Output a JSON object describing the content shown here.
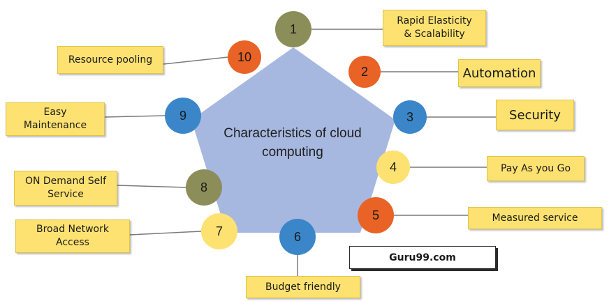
{
  "center": {
    "title": "Characteristics of cloud\ncomputing"
  },
  "colors": {
    "pentagon": "#a7b8e0",
    "box_fill": "#fde271",
    "olive": "#8c8e5a",
    "orange": "#e86325",
    "blue": "#3a86c8",
    "yellow": "#fde271",
    "connector": "#7a7a7a"
  },
  "items": [
    {
      "number": "1",
      "label": "Rapid Elasticity\n& Scalability",
      "color": "olive"
    },
    {
      "number": "2",
      "label": "Automation",
      "color": "orange"
    },
    {
      "number": "3",
      "label": "Security",
      "color": "blue"
    },
    {
      "number": "4",
      "label": "Pay As you Go",
      "color": "yellow"
    },
    {
      "number": "5",
      "label": "Measured service",
      "color": "orange"
    },
    {
      "number": "6",
      "label": "Budget friendly",
      "color": "blue"
    },
    {
      "number": "7",
      "label": "Broad Network\nAccess",
      "color": "yellow"
    },
    {
      "number": "8",
      "label": "ON Demand Self\nService",
      "color": "olive"
    },
    {
      "number": "9",
      "label": "Easy\nMaintenance",
      "color": "blue"
    },
    {
      "number": "10",
      "label": "Resource pooling",
      "color": "orange"
    }
  ],
  "watermark": "Guru99.com"
}
